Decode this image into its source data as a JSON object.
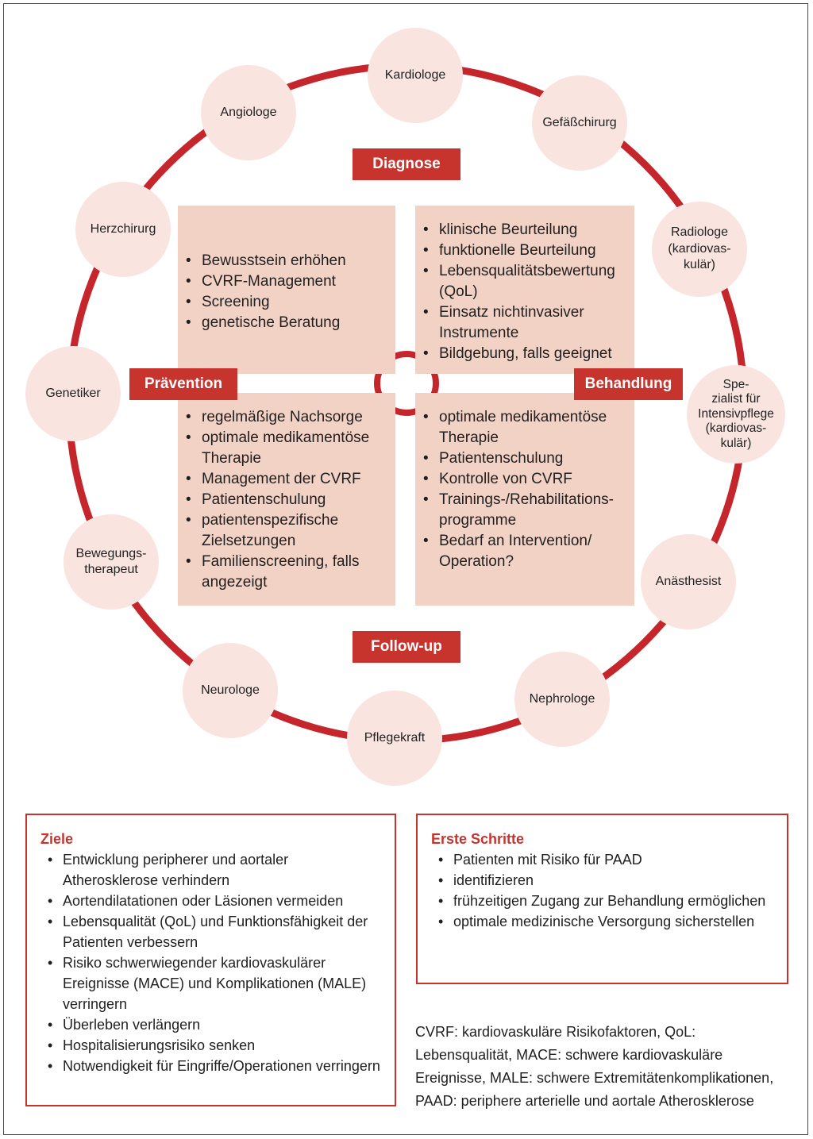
{
  "colors": {
    "accent": "#c5262b",
    "node_fill": "#f9e4df",
    "quadrant_fill": "#f3d2c6",
    "label_fill": "#c7342d"
  },
  "specialists": [
    "Kardiologe",
    "Gefäßchirurg",
    "Radiologe\n(kardiovas-\nkulär)",
    "Spe-\nzialist für\nIntensivpflege\n(kardiovas-\nkulär)",
    "Anästhesist",
    "Nephrologe",
    "Pflegekraft",
    "Neurologe",
    "Bewegungs-\ntherapeut",
    "Genetiker",
    "Herzchirurg",
    "Angiologe"
  ],
  "labels": {
    "diagnose": "Diagnose",
    "praevention": "Prävention",
    "behandlung": "Behandlung",
    "followup": "Follow-up"
  },
  "quadrants": {
    "top_left": [
      "Bewusstsein erhöhen",
      "CVRF-Management",
      "Screening",
      "genetische Beratung"
    ],
    "top_right": [
      "klinische Beurteilung",
      "funktionelle Beurteilung",
      "Lebensqualitätsbewertung (QoL)",
      "Einsatz nichtinvasiver Instrumente",
      "Bildgebung, falls geeignet"
    ],
    "bottom_left": [
      "regelmäßige Nachsorge",
      "optimale medikamentöse Therapie",
      "Management der CVRF",
      "Patientenschulung",
      "patientenspezifische Zielsetzungen",
      "Familienscreening, falls angezeigt"
    ],
    "bottom_right": [
      "optimale medikamentöse Therapie",
      "Patientenschulung",
      "Kontrolle von CVRF",
      "Trainings-/Rehabilitations-programme",
      "Bedarf an Intervention/ Operation?"
    ]
  },
  "goals": {
    "title": "Ziele",
    "items": [
      "Entwicklung peripherer und aortaler Atherosklerose verhindern",
      "Aortendilatationen oder Läsionen vermeiden",
      "Lebensqualität (QoL) und Funktionsfähigkeit der Patienten verbessern",
      "Risiko schwerwiegender kardiovaskulärer Ereignisse (MACE) und Komplikationen (MALE) verringern",
      "Überleben verlängern",
      "Hospitalisierungsrisiko senken",
      "Notwendigkeit für Eingriffe/Operationen verringern"
    ]
  },
  "first_steps": {
    "title": "Erste Schritte",
    "items": [
      "Patienten mit Risiko für PAAD",
      "identifizieren",
      "frühzeitigen Zugang zur Behandlung ermöglichen",
      "optimale medizinische Versorgung sicherstellen"
    ]
  },
  "footnote": "CVRF: kardiovaskuläre Risikofaktoren, QoL: Lebensqualität, MACE: schwere kardiovaskuläre Ereignisse, MALE: schwere Extremitätenkomplikationen, PAAD: periphere arterielle und aortale Atherosklerose"
}
